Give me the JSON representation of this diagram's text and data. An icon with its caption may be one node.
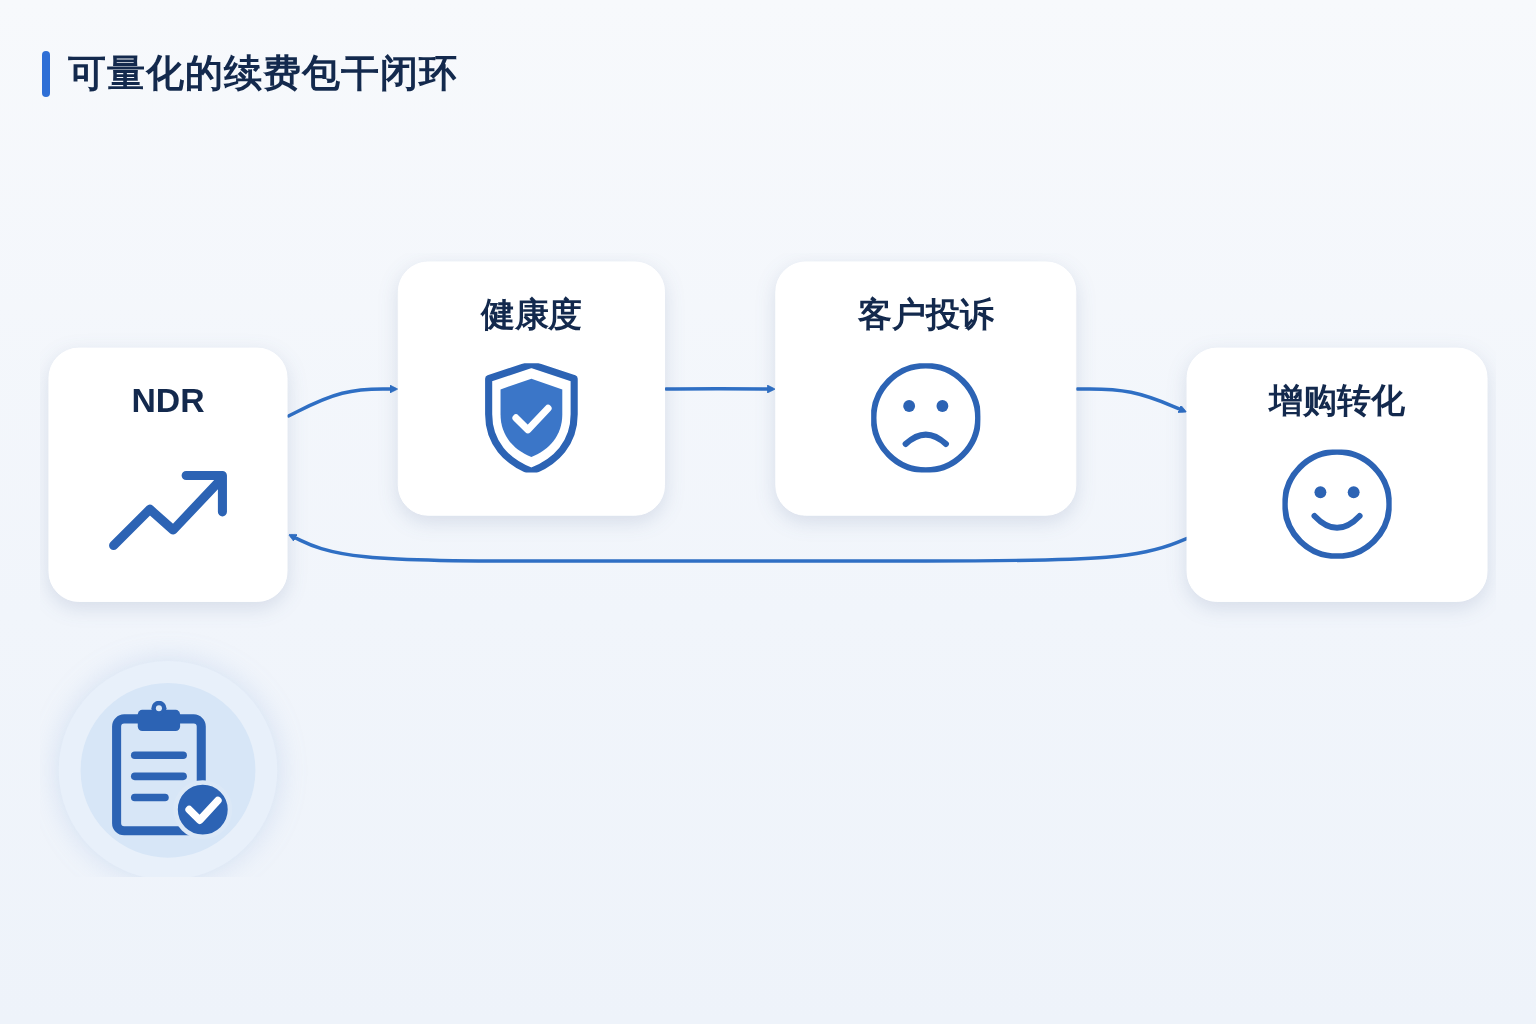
{
  "diagram": {
    "title": "可量化的续费包干闭环",
    "nodes": [
      {
        "text": [
          "NDR"
        ]
      },
      {
        "text": [
          "健康度"
        ]
      },
      {
        "text": [],
        "shape": "circle"
      },
      {
        "text": [
          "增购转化"
        ]
      },
      {
        "text": [
          "客户投诉"
        ]
      }
    ],
    "edges": [
      {
        "from": 0,
        "to": 1,
        "arrow": "to"
      },
      {
        "from": 1,
        "to": 4,
        "arrow": "to"
      },
      {
        "from": 4,
        "to": 3,
        "arrow": "to"
      },
      {
        "from": 3,
        "to": 0,
        "arrow": "to"
      }
    ]
  }
}
